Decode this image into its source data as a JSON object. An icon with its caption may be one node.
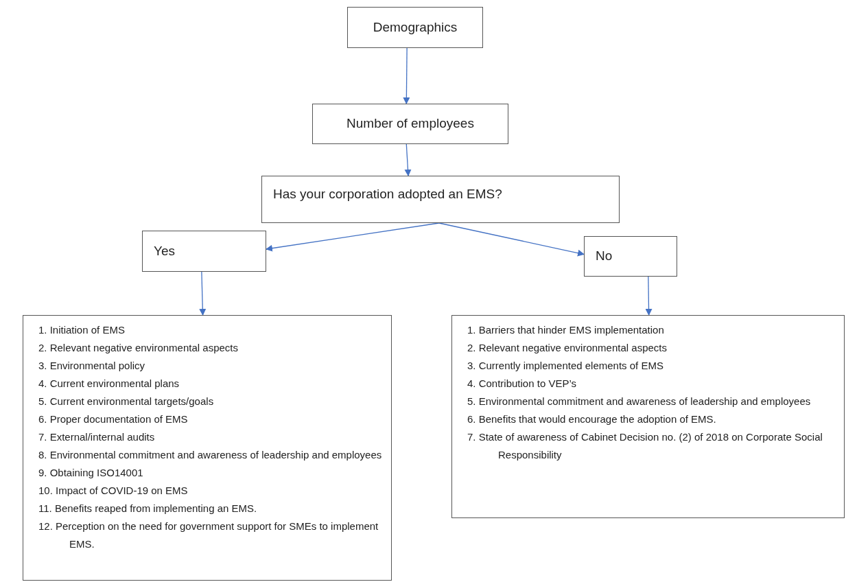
{
  "diagram": {
    "nodes": [
      {
        "text": [
          "Demographics"
        ]
      },
      {
        "text": [
          "Number of employees"
        ]
      },
      {
        "text": [
          "Has your corporation adopted an EMS?"
        ]
      },
      {
        "text": [
          "Yes"
        ]
      },
      {
        "text": [
          "No"
        ]
      },
      {
        "text": [
          "1. Initiation of EMS",
          "2. Relevant negative environmental aspects",
          "3. Environmental policy",
          "4. Current environmental plans",
          "5. Current environmental targets/goals",
          "6. Proper documentation of EMS",
          "7. External/internal audits",
          "8. Environmental commitment and awareness of leadership and employees",
          "9. Obtaining ISO14001",
          "10. Impact of COVID-19 on EMS",
          "11. Benefits reaped from implementing an EMS.",
          "12. Perception on the need for government support for SMEs to implement EMS."
        ]
      },
      {
        "text": [
          "1. Barriers that hinder EMS implementation",
          "2. Relevant negative environmental aspects",
          "3. Currently implemented elements of EMS",
          "4. Contribution to VEP’s",
          "5. Environmental commitment and awareness of leadership and employees",
          "6. Benefits that would encourage the adoption of EMS.",
          "7. State of awareness of Cabinet Decision no. (2) of 2018 on Corporate Social Responsibility"
        ]
      }
    ],
    "edges": [
      {
        "from": 0,
        "to": 1,
        "arrow": "to"
      },
      {
        "from": 1,
        "to": 2,
        "arrow": "to"
      },
      {
        "from": 2,
        "to": 3,
        "arrow": "to"
      },
      {
        "from": 2,
        "to": 4,
        "arrow": "to"
      },
      {
        "from": 3,
        "to": 5,
        "arrow": "to"
      },
      {
        "from": 4,
        "to": 6,
        "arrow": "to"
      }
    ]
  }
}
